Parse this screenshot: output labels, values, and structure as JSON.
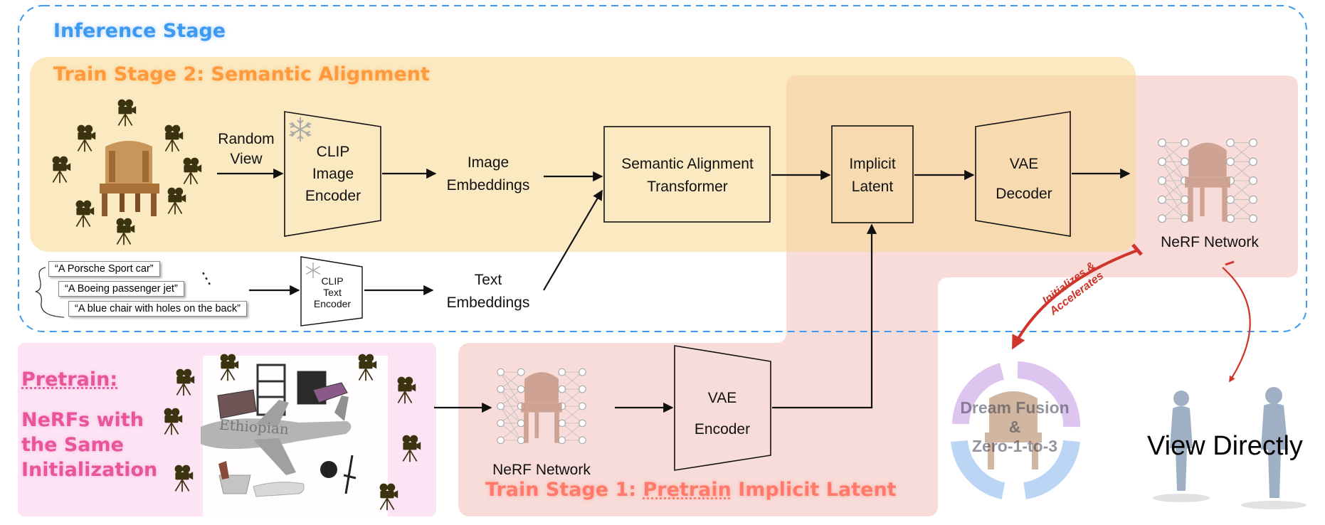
{
  "titles": {
    "inference": "Inference Stage",
    "stage2": "Train Stage 2: Semantic Alignment",
    "stage1_prefix": "Train Stage 1: ",
    "stage1_pretrain": "Pretrain",
    "stage1_suffix": " Implicit Latent",
    "pretrain": "Pretrain:",
    "pretrain_desc": [
      "NeRFs with",
      "the Same",
      "Initialization"
    ]
  },
  "labels": {
    "random_view": [
      "Random",
      "View"
    ],
    "clip_image_encoder": [
      "CLIP",
      "Image",
      "Encoder"
    ],
    "image_embeddings": [
      "Image",
      "Embeddings"
    ],
    "semantic_alignment_transformer": [
      "Semantic Alignment",
      "Transformer"
    ],
    "implicit_latent": [
      "Implicit",
      "Latent"
    ],
    "vae_decoder": [
      "VAE",
      "Decoder"
    ],
    "nerf_network_top": "NeRF Network",
    "clip_text_encoder": [
      "CLIP",
      "Text",
      "Encoder"
    ],
    "text_embeddings": [
      "Text",
      "Embeddings"
    ],
    "nerf_network_bottom": "NeRF Network",
    "vae_encoder": [
      "VAE",
      "Encoder"
    ],
    "initializes": [
      "Initializes &",
      "Accelerates"
    ],
    "dream_fusion": [
      "Dream Fusion",
      "&",
      "Zero-1-to-3"
    ],
    "view_directly": "View Directly",
    "ethiopian": "Ethiopian"
  },
  "prompts": [
    "“A Porsche Sport car”",
    "“A Boeing passenger jet”",
    "“A blue chair with holes on the back”"
  ],
  "ellipsis": "⋮",
  "colors": {
    "inference": "#3d9af0",
    "stage2_bg": "#f9e3b2",
    "stage1_bg": "#f6c4c0",
    "pretrain_bg": "#fde6f4",
    "arrow_red": "#d0352b"
  }
}
